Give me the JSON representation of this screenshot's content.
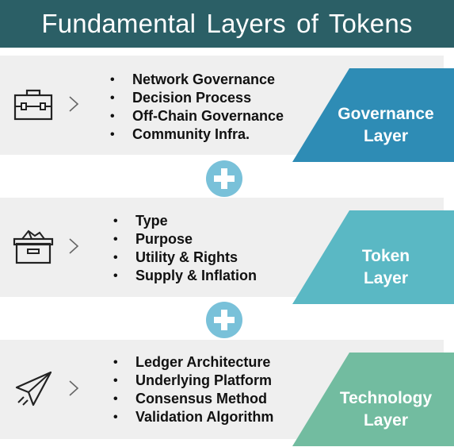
{
  "title": "Fundamental Layers of Tokens",
  "layers": [
    {
      "icon": "toolbox-icon",
      "items": [
        "Network Governance",
        "Decision Process",
        "Off-Chain Governance",
        "Community Infra."
      ],
      "tag_line1": "Governance",
      "tag_line2": "Layer",
      "color": "#2e8cb5"
    },
    {
      "icon": "open-box-icon",
      "items": [
        "Type",
        "Purpose",
        "Utility & Rights",
        "Supply & Inflation"
      ],
      "tag_line1": "Token",
      "tag_line2": "Layer",
      "color": "#5ab8c4"
    },
    {
      "icon": "paper-plane-icon",
      "items": [
        "Ledger Architecture",
        "Underlying Platform",
        "Consensus Method",
        "Validation Algorithm"
      ],
      "tag_line1": "Technology",
      "tag_line2": "Layer",
      "color": "#72bca0"
    }
  ],
  "plus_color": "#79c1d9"
}
